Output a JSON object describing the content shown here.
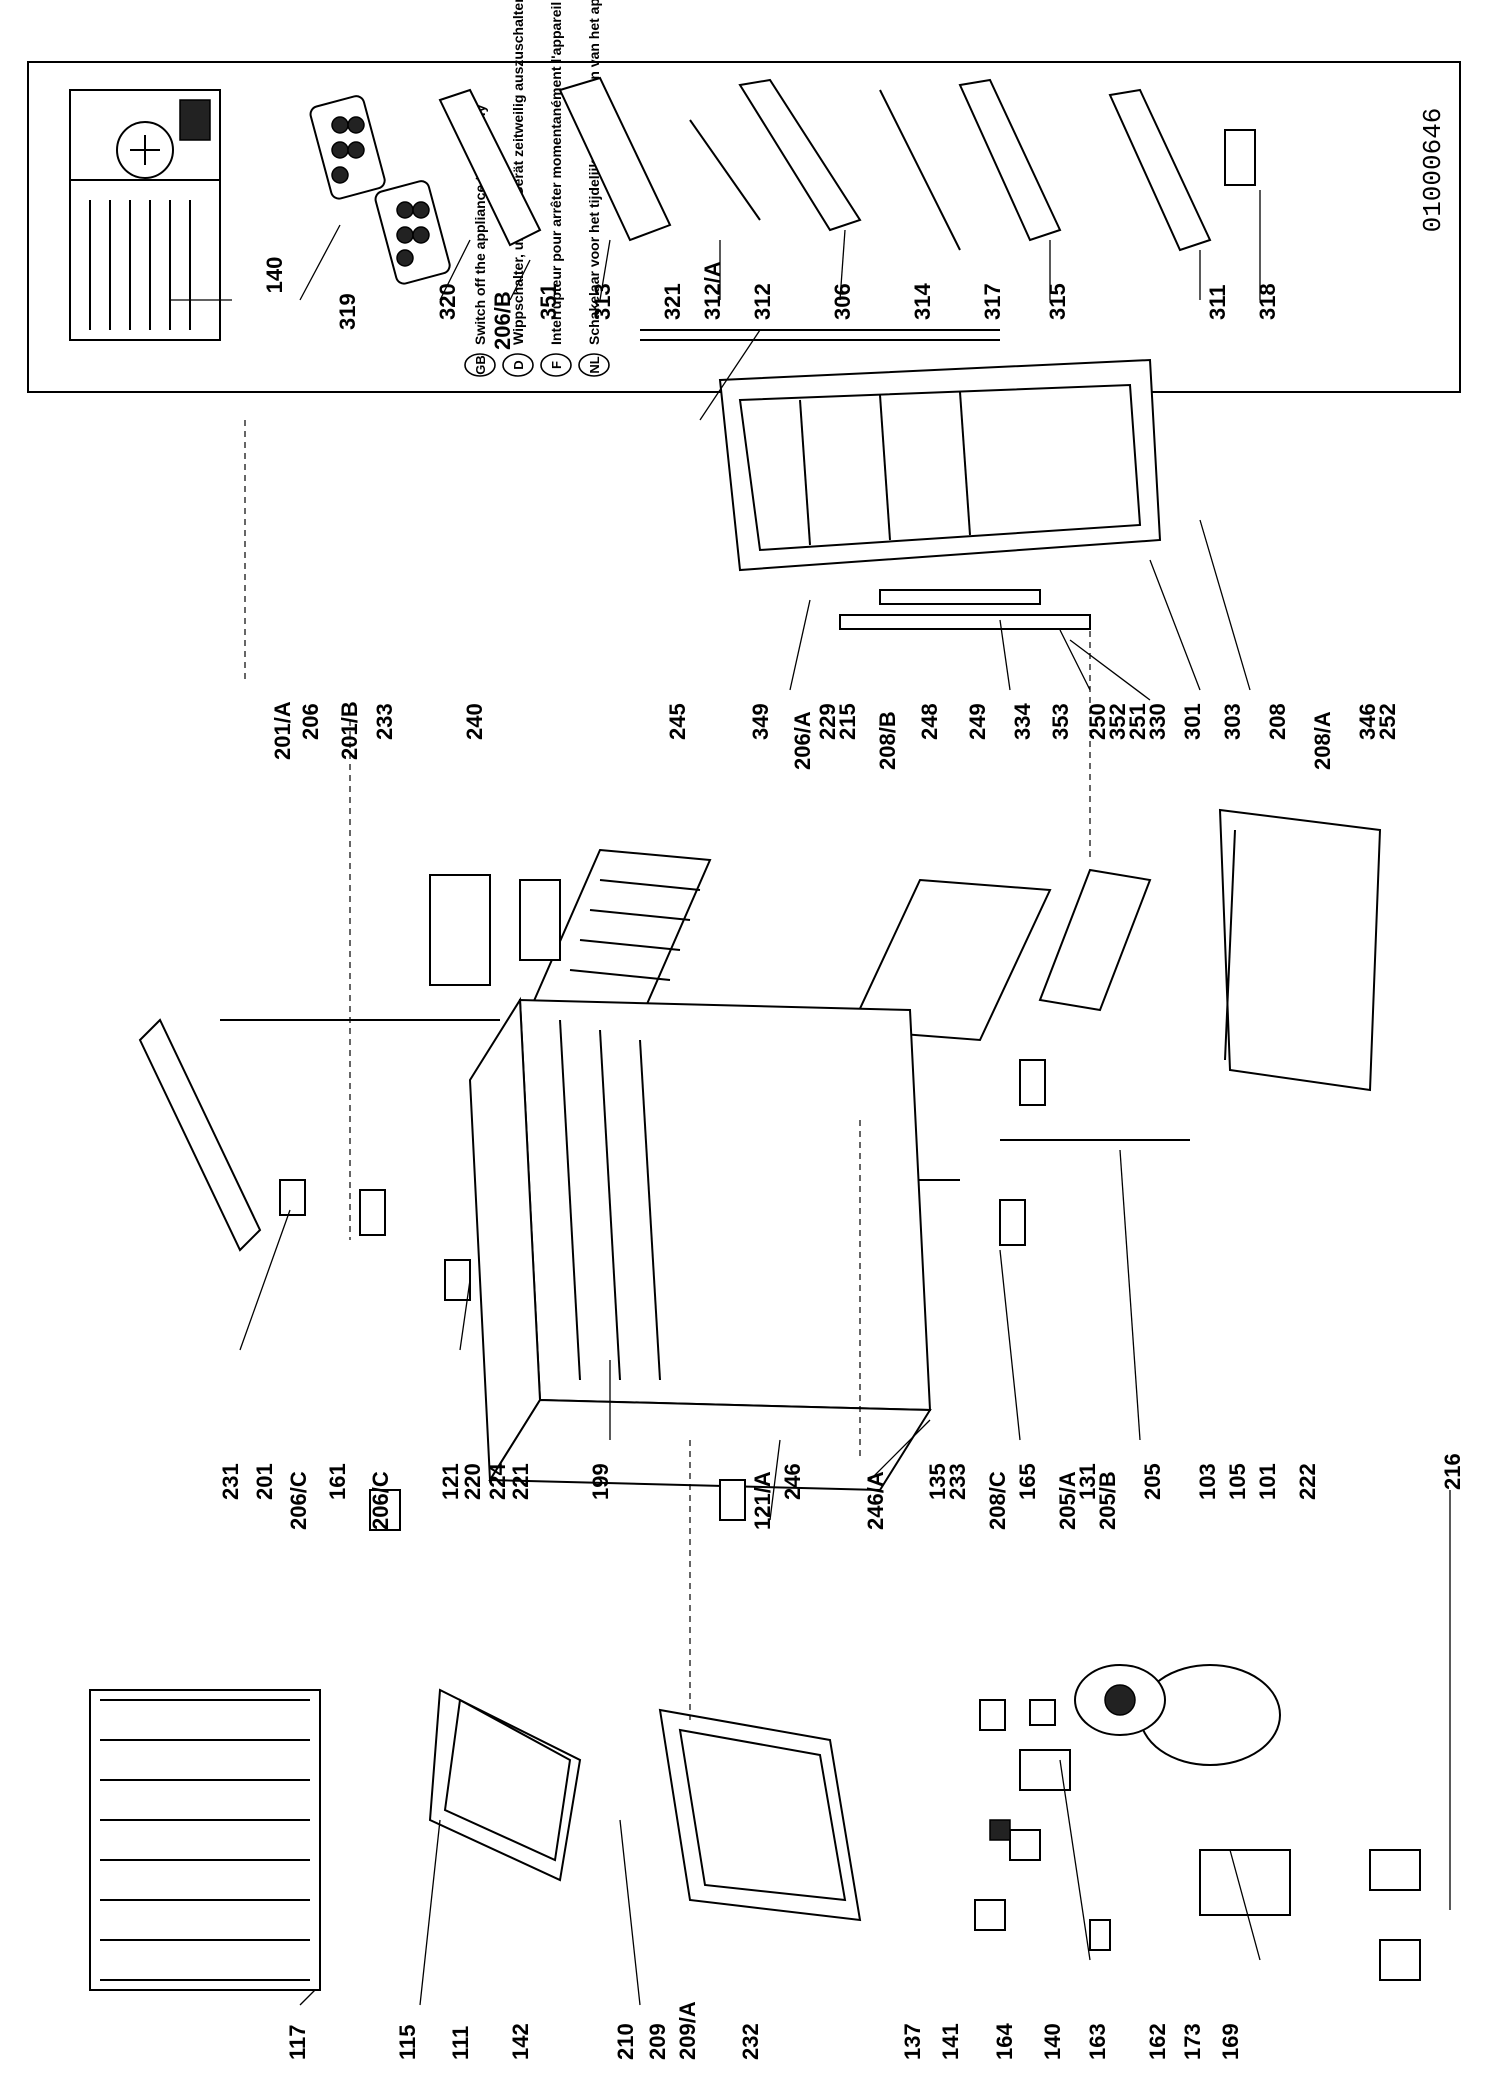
{
  "document": {
    "doc_id": "01000646"
  },
  "legend": {
    "items": [
      {
        "code": "GB",
        "text": "Switch off the appliance temporarily"
      },
      {
        "code": "D",
        "text": "Wippschalter, um das Gerät zeitweilig auszuschalten"
      },
      {
        "code": "F",
        "text": "Interrupteur pour arrêter momentanément l'appareil"
      },
      {
        "code": "NL",
        "text": "Schakelaar voor het tijdelijk uitschakelen van het apparaat"
      }
    ],
    "inset_label": "140"
  },
  "parts": [
    "319",
    "320",
    "206/B",
    "351",
    "313",
    "321",
    "312/A",
    "312",
    "306",
    "314",
    "317",
    "315",
    "311",
    "318",
    "201/A",
    "206",
    "201/B",
    "233",
    "240",
    "245",
    "229",
    "215",
    "208/B",
    "248",
    "249",
    "250",
    "252",
    "349",
    "206/A",
    "334",
    "353",
    "352",
    "251",
    "330",
    "301",
    "303",
    "208",
    "208/A",
    "346",
    "231",
    "201",
    "206/C",
    "161",
    "206/C",
    "121",
    "220",
    "224",
    "221",
    "199",
    "121/A",
    "246",
    "246/A",
    "135",
    "233",
    "208/C",
    "165",
    "205/A",
    "131",
    "205/B",
    "205",
    "103",
    "105",
    "101",
    "222",
    "216",
    "117",
    "115",
    "111",
    "142",
    "210",
    "209",
    "209/A",
    "232",
    "137",
    "141",
    "164",
    "140",
    "163",
    "162",
    "173",
    "169"
  ]
}
